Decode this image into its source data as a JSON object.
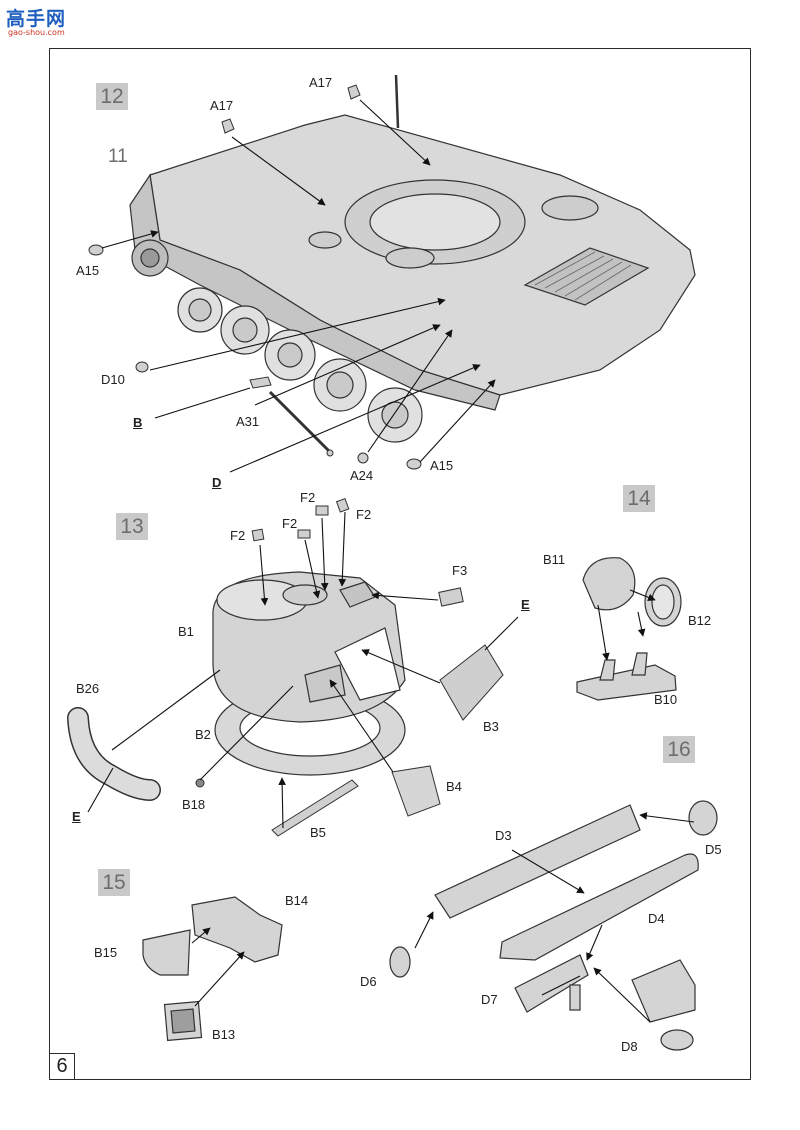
{
  "watermark": {
    "title": "高手网",
    "url": "gao-shou.com"
  },
  "page_number": "6",
  "steps": {
    "s12": "12",
    "s13": "13",
    "s14": "14",
    "s15": "15",
    "s16": "16"
  },
  "sub_step": "11",
  "labels": {
    "a17_top": "A17",
    "a17_left": "A17",
    "a15_left": "A15",
    "d10": "D10",
    "b_ref": "B",
    "a31": "A31",
    "d_ref": "D",
    "a24": "A24",
    "a15_right": "A15",
    "f2_a": "F2",
    "f2_b": "F2",
    "f2_c": "F2",
    "f2_d": "F2",
    "f3": "F3",
    "e_ref_top": "E",
    "b1": "B1",
    "b26": "B26",
    "b2": "B2",
    "b3": "B3",
    "b18": "B18",
    "b4": "B4",
    "e_ref_bottom": "E",
    "b5": "B5",
    "b11": "B11",
    "b12": "B12",
    "b10": "B10",
    "d3": "D3",
    "d5": "D5",
    "d4": "D4",
    "d6": "D6",
    "d7": "D7",
    "d8": "D8",
    "b14": "B14",
    "b15": "B15",
    "b13": "B13"
  }
}
